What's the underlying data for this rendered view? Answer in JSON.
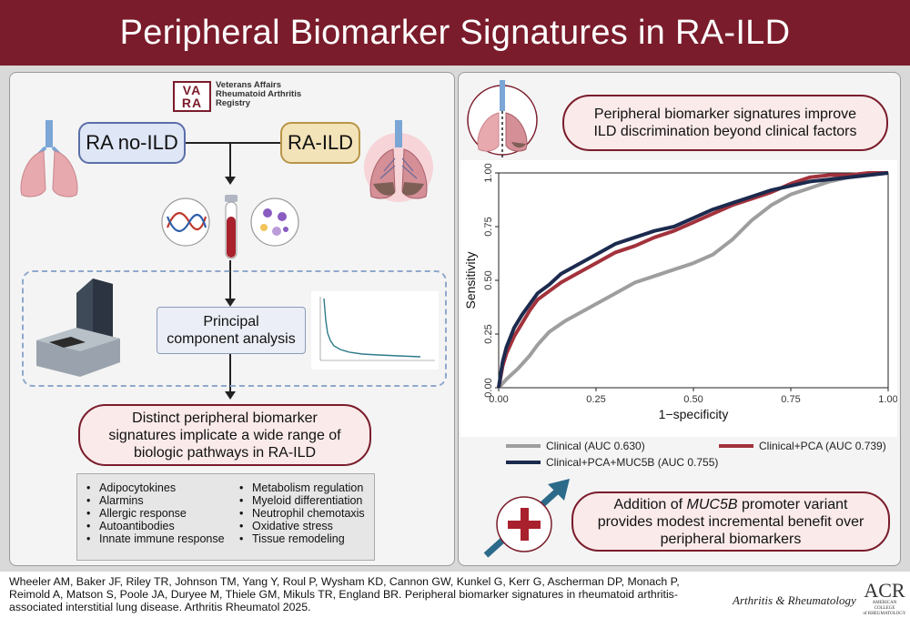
{
  "header": {
    "title": "Peripheral Biomarker Signatures in RA-ILD"
  },
  "left": {
    "vara_logo": {
      "line1": "VA",
      "line2": "RA"
    },
    "vara_text": [
      "Veterans Affairs",
      "Rheumatoid Arthritis",
      "Registry"
    ],
    "group_a": "RA no-ILD",
    "group_b": "RA-ILD",
    "pca_label": [
      "Principal",
      "component analysis"
    ],
    "finding": [
      "Distinct peripheral biomarker",
      "signatures implicate a wide range of",
      "biologic pathways in RA-ILD"
    ],
    "pathways_col1": [
      "Adipocytokines",
      "Alarmins",
      "Allergic response",
      "Autoantibodies",
      "Innate immune response"
    ],
    "pathways_col2": [
      "Metabolism regulation",
      "Myeloid differentiation",
      "Neutrophil chemotaxis",
      "Oxidative stress",
      "Tissue remodeling"
    ]
  },
  "right": {
    "top_finding": [
      "Peripheral biomarker signatures improve",
      "ILD discrimination beyond clinical factors"
    ],
    "bottom_finding_prefix": "Addition of ",
    "bottom_finding_gene": "MUC5B",
    "bottom_finding_rest": " promoter variant",
    "bottom_finding_lines": [
      "provides modest incremental benefit over",
      "peripheral biomarkers"
    ]
  },
  "chart_data": {
    "type": "line",
    "title": "",
    "xlabel": "1−specificity",
    "ylabel": "Sensitivity",
    "xlim": [
      0,
      1
    ],
    "ylim": [
      0,
      1
    ],
    "xticks": [
      "0.00",
      "0.25",
      "0.50",
      "0.75",
      "1.00"
    ],
    "yticks": [
      "0.00",
      "0.25",
      "0.50",
      "0.75",
      "1.00"
    ],
    "grid": false,
    "legend_position": "bottom",
    "series": [
      {
        "name": "Clinical (AUC 0.630)",
        "color": "#9e9e9e",
        "x": [
          0,
          0.02,
          0.05,
          0.08,
          0.1,
          0.13,
          0.17,
          0.2,
          0.25,
          0.3,
          0.35,
          0.4,
          0.45,
          0.5,
          0.55,
          0.6,
          0.65,
          0.7,
          0.75,
          0.8,
          0.85,
          0.9,
          0.95,
          1.0
        ],
        "y": [
          0,
          0.04,
          0.09,
          0.15,
          0.2,
          0.26,
          0.31,
          0.34,
          0.39,
          0.44,
          0.49,
          0.52,
          0.55,
          0.58,
          0.62,
          0.69,
          0.78,
          0.85,
          0.9,
          0.93,
          0.96,
          0.98,
          0.99,
          1.0
        ]
      },
      {
        "name": "Clinical+PCA (AUC 0.739)",
        "color": "#a2323c",
        "x": [
          0,
          0.01,
          0.02,
          0.04,
          0.06,
          0.08,
          0.1,
          0.13,
          0.16,
          0.2,
          0.25,
          0.3,
          0.35,
          0.4,
          0.45,
          0.5,
          0.55,
          0.6,
          0.65,
          0.7,
          0.75,
          0.8,
          0.85,
          0.9,
          0.95,
          1.0
        ],
        "y": [
          0,
          0.1,
          0.16,
          0.24,
          0.3,
          0.36,
          0.41,
          0.45,
          0.49,
          0.53,
          0.58,
          0.63,
          0.66,
          0.7,
          0.73,
          0.77,
          0.81,
          0.85,
          0.88,
          0.91,
          0.95,
          0.98,
          0.99,
          0.99,
          1.0,
          1.0
        ]
      },
      {
        "name": "Clinical+PCA+MUC5B (AUC 0.755)",
        "color": "#1c2a4e",
        "x": [
          0,
          0.01,
          0.02,
          0.04,
          0.06,
          0.08,
          0.1,
          0.13,
          0.16,
          0.2,
          0.25,
          0.3,
          0.35,
          0.4,
          0.45,
          0.5,
          0.55,
          0.6,
          0.65,
          0.7,
          0.75,
          0.8,
          0.85,
          0.9,
          0.95,
          1.0
        ],
        "y": [
          0,
          0.12,
          0.19,
          0.28,
          0.34,
          0.39,
          0.44,
          0.48,
          0.53,
          0.57,
          0.62,
          0.67,
          0.7,
          0.73,
          0.75,
          0.79,
          0.83,
          0.86,
          0.89,
          0.92,
          0.94,
          0.96,
          0.97,
          0.98,
          0.99,
          1.0
        ]
      }
    ]
  },
  "footer": {
    "citation": "Wheeler AM, Baker JF, Riley TR, Johnson TM, Yang Y, Roul P, Wysham KD, Cannon GW, Kunkel G, Kerr G, Ascherman DP, Monach P, Reimold A, Matson S, Poole JA, Duryee M, Thiele GM, Mikuls TR, England BR. Peripheral biomarker signatures in rheumatoid arthritis-associated interstitial lung disease. Arthritis Rheumatol 2025.",
    "journal": "Arthritis & Rheumatology",
    "acr_big": "ACR",
    "acr_small": [
      "AMERICAN COLLEGE",
      "of RHEUMATOLOGY"
    ]
  }
}
